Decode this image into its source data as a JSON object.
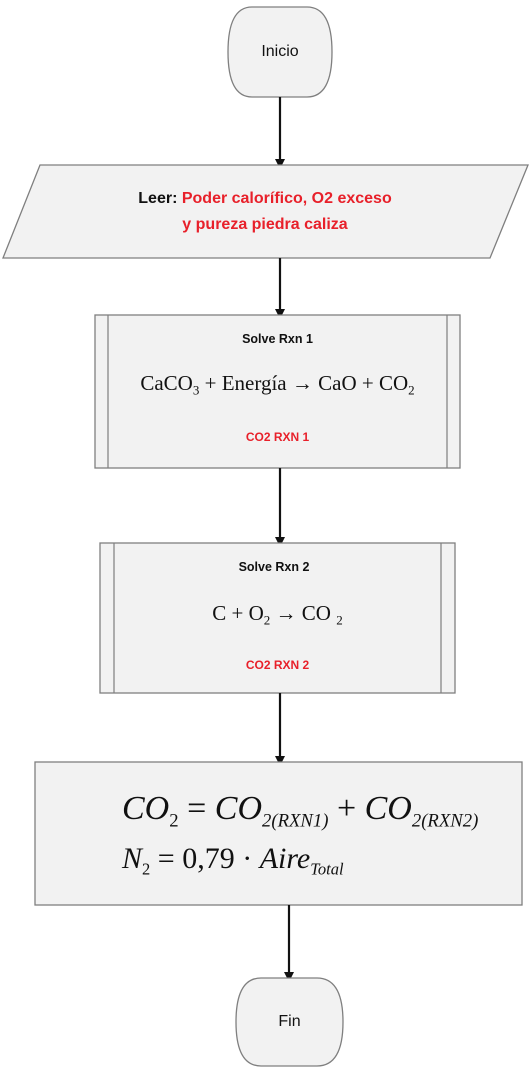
{
  "start": {
    "label": "Inicio"
  },
  "input": {
    "lead": "Leer:",
    "line1": "Poder calorífico, O2 exceso",
    "line2": "y pureza piedra caliza"
  },
  "process1": {
    "title": "Solve Rxn 1",
    "eq": {
      "a": "CaCO",
      "a_sub": "3",
      "op1": " + Energía → CaO + CO",
      "b_sub": "2"
    },
    "footer": "CO2 RXN 1"
  },
  "process2": {
    "title": "Solve Rxn 2",
    "eq": {
      "a": "C + O",
      "a_sub": "2",
      "op1": " → CO ",
      "b_sub": "2"
    },
    "footer": "CO2 RXN 2"
  },
  "final": {
    "line1": {
      "lhs": "CO",
      "lhs_sub": "2",
      "eq": " = ",
      "t1": "CO",
      "t1_sub": "2(RXN1)",
      "plus": " + ",
      "t2": "CO",
      "t2_sub": "2(RXN2)"
    },
    "line2": {
      "lhs": "N",
      "lhs_sub": "2",
      "eq": " = ",
      "num": "0,79 · ",
      "var": "Aire",
      "var_sub": "Total"
    }
  },
  "end": {
    "label": "Fin"
  },
  "colors": {
    "stroke": "#7f7f7f",
    "fill": "#f2f2f2",
    "arrow": "#111111",
    "red": "#e8202a"
  }
}
